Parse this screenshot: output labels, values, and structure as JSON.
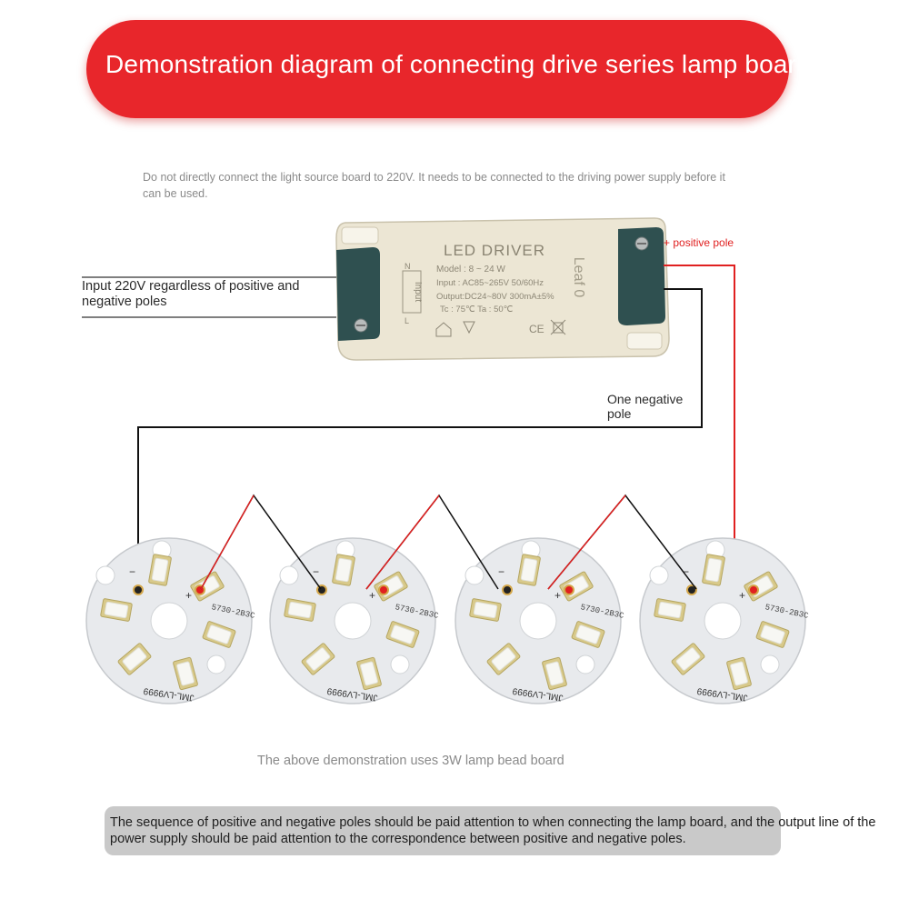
{
  "title": "Demonstration diagram of connecting drive series lamp board",
  "warning": "Do not directly connect the light source board to 220V. It needs to be connected to the driving power supply before it can be used.",
  "driver": {
    "heading": "LED DRIVER",
    "model": "Model : 8 ~ 24 W",
    "input": "Input : AC85~265V  50/60Hz",
    "output": "Output:DC24~80V 300mA±5%",
    "temps": "Tc : 75℃     Ta : 50℃",
    "side_text": "Leaf 0",
    "input_tag": "Input",
    "marks": "CE",
    "pin_n": "N",
    "pin_l": "L"
  },
  "labels": {
    "input_220v": "Input 220V regardless of positive and negative poles",
    "positive_pole": "+ positive pole",
    "negative_pole": "One negative pole"
  },
  "board": {
    "part_code": "5730-2B3C",
    "serial": "JML-LV9999",
    "minus": "−",
    "plus": "+"
  },
  "demo_note": "The above demonstration uses 3W lamp bead board",
  "bottom_note": "The sequence of positive and negative poles should be paid attention to when connecting the lamp board, and the output line of the power supply should be paid attention to the correspondence between positive and negative poles.",
  "colors": {
    "banner": "#e8262b",
    "positive_wire": "#e02020",
    "negative_wire": "#111111",
    "driver_body": "#ece6d4",
    "driver_cap": "#2f5050",
    "board": "#e9ebee",
    "led": "#f2f2ee"
  }
}
